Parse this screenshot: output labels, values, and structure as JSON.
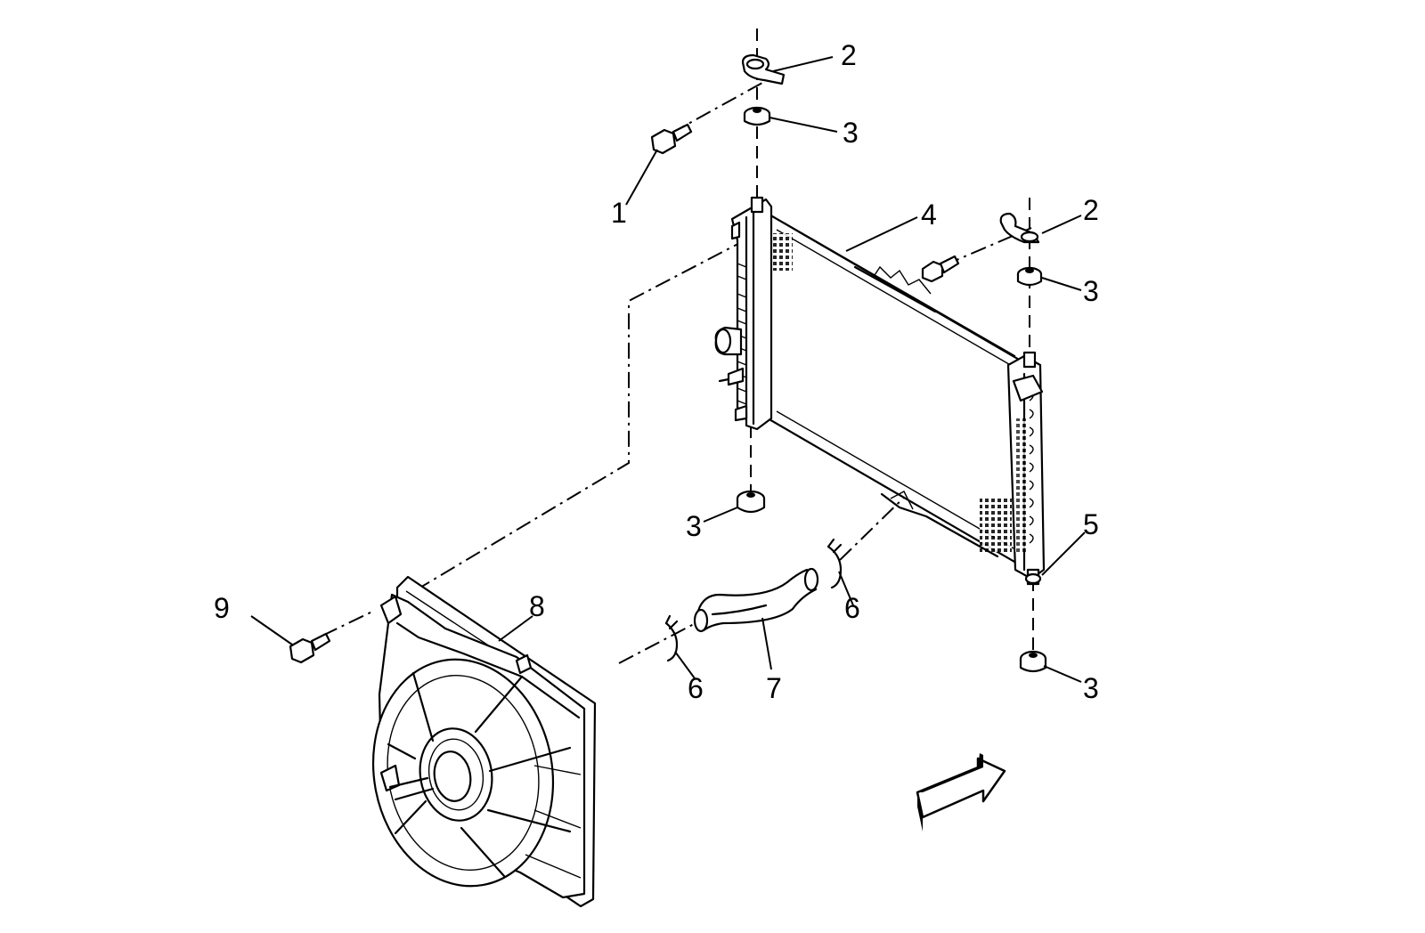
{
  "callouts": {
    "c1": "1",
    "c2a": "2",
    "c2b": "2",
    "c3a": "3",
    "c3b": "3",
    "c3c": "3",
    "c3d": "3",
    "c4": "4",
    "c5": "5",
    "c6a": "6",
    "c6b": "6",
    "c7": "7",
    "c8": "8",
    "c9": "9"
  },
  "icons": {
    "direction_arrow": "forward-direction-arrow-icon"
  }
}
